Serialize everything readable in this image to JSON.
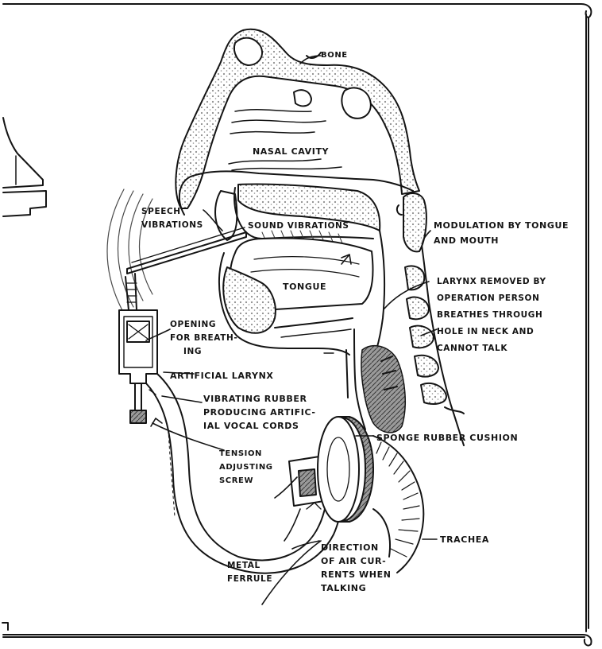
{
  "colors": {
    "ink": "#141414",
    "paper": "#ffffff",
    "stipple": "#8c8c8c",
    "shade": "#9a9a9a"
  },
  "labels": {
    "bone": "BONE",
    "nasal_cavity": "NASAL CAVITY",
    "speech_vibrations": "SPEECH\nVIBRATIONS",
    "sound_vibrations": "SOUND VIBRATIONS",
    "modulation": "MODULATION BY TONGUE\nAND MOUTH",
    "tongue": "TONGUE",
    "larynx_removed": "LARYNX REMOVED BY\nOPERATION PERSON\nBREATHES THROUGH\nHOLE IN NECK AND\nCANNOT TALK",
    "opening_for_breathing": "OPENING\nFOR BREATH-\n    ING",
    "artificial_larynx": "ARTIFICIAL LARYNX",
    "vibrating_rubber": "VIBRATING RUBBER\nPRODUCING ARTIFIC-\nIAL VOCAL CORDS",
    "sponge_rubber_cushion": "SPONGE RUBBER CUSHION",
    "tension_adjusting_screw": "TENSION\nADJUSTING\nSCREW",
    "trachea": "TRACHEA",
    "direction_air": "DIRECTION\nOF AIR CUR-\nRENTS WHEN\nTALKING",
    "metal_ferrule": "METAL\nFERRULE"
  }
}
